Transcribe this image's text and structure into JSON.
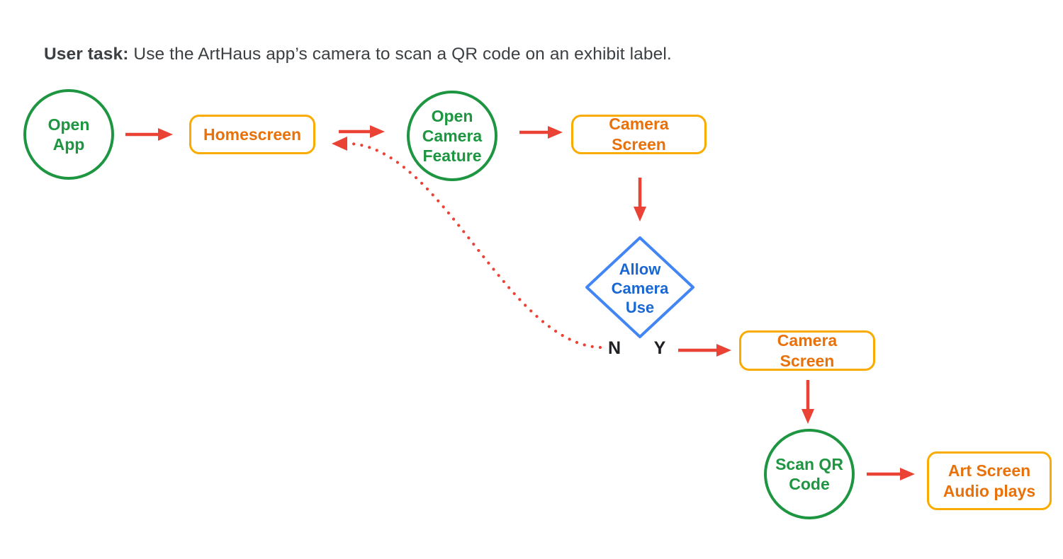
{
  "title": {
    "bold": "User task:",
    "text": "Use the ArtHaus app’s camera to scan a QR code on an exhibit label."
  },
  "flowchart": {
    "nodes": {
      "open_app": {
        "label": "Open App",
        "shape": "circle"
      },
      "homescreen": {
        "label": "Homescreen",
        "shape": "rounded-rect"
      },
      "open_camera_feature": {
        "label": "Open Camera Feature",
        "shape": "circle"
      },
      "camera_screen_1": {
        "label": "Camera Screen",
        "shape": "rounded-rect"
      },
      "allow_camera_use": {
        "label": "Allow Camera Use",
        "shape": "diamond"
      },
      "camera_screen_2": {
        "label": "Camera Screen",
        "shape": "rounded-rect"
      },
      "scan_qr_code": {
        "label": "Scan QR Code",
        "shape": "circle"
      },
      "art_screen_audio_plays": {
        "label": "Art Screen Audio plays",
        "shape": "rounded-rect"
      }
    },
    "branch_labels": {
      "no": "N",
      "yes": "Y"
    }
  },
  "colors": {
    "background": "#ffffff",
    "title-text": "#3c4043",
    "green": "#1e9641",
    "orange-border": "#f9ab00",
    "orange-text": "#e8710a",
    "red": "#ea4335",
    "blue-border": "#4285f4",
    "blue-text": "#1967d2",
    "branch-label": "#202124"
  }
}
